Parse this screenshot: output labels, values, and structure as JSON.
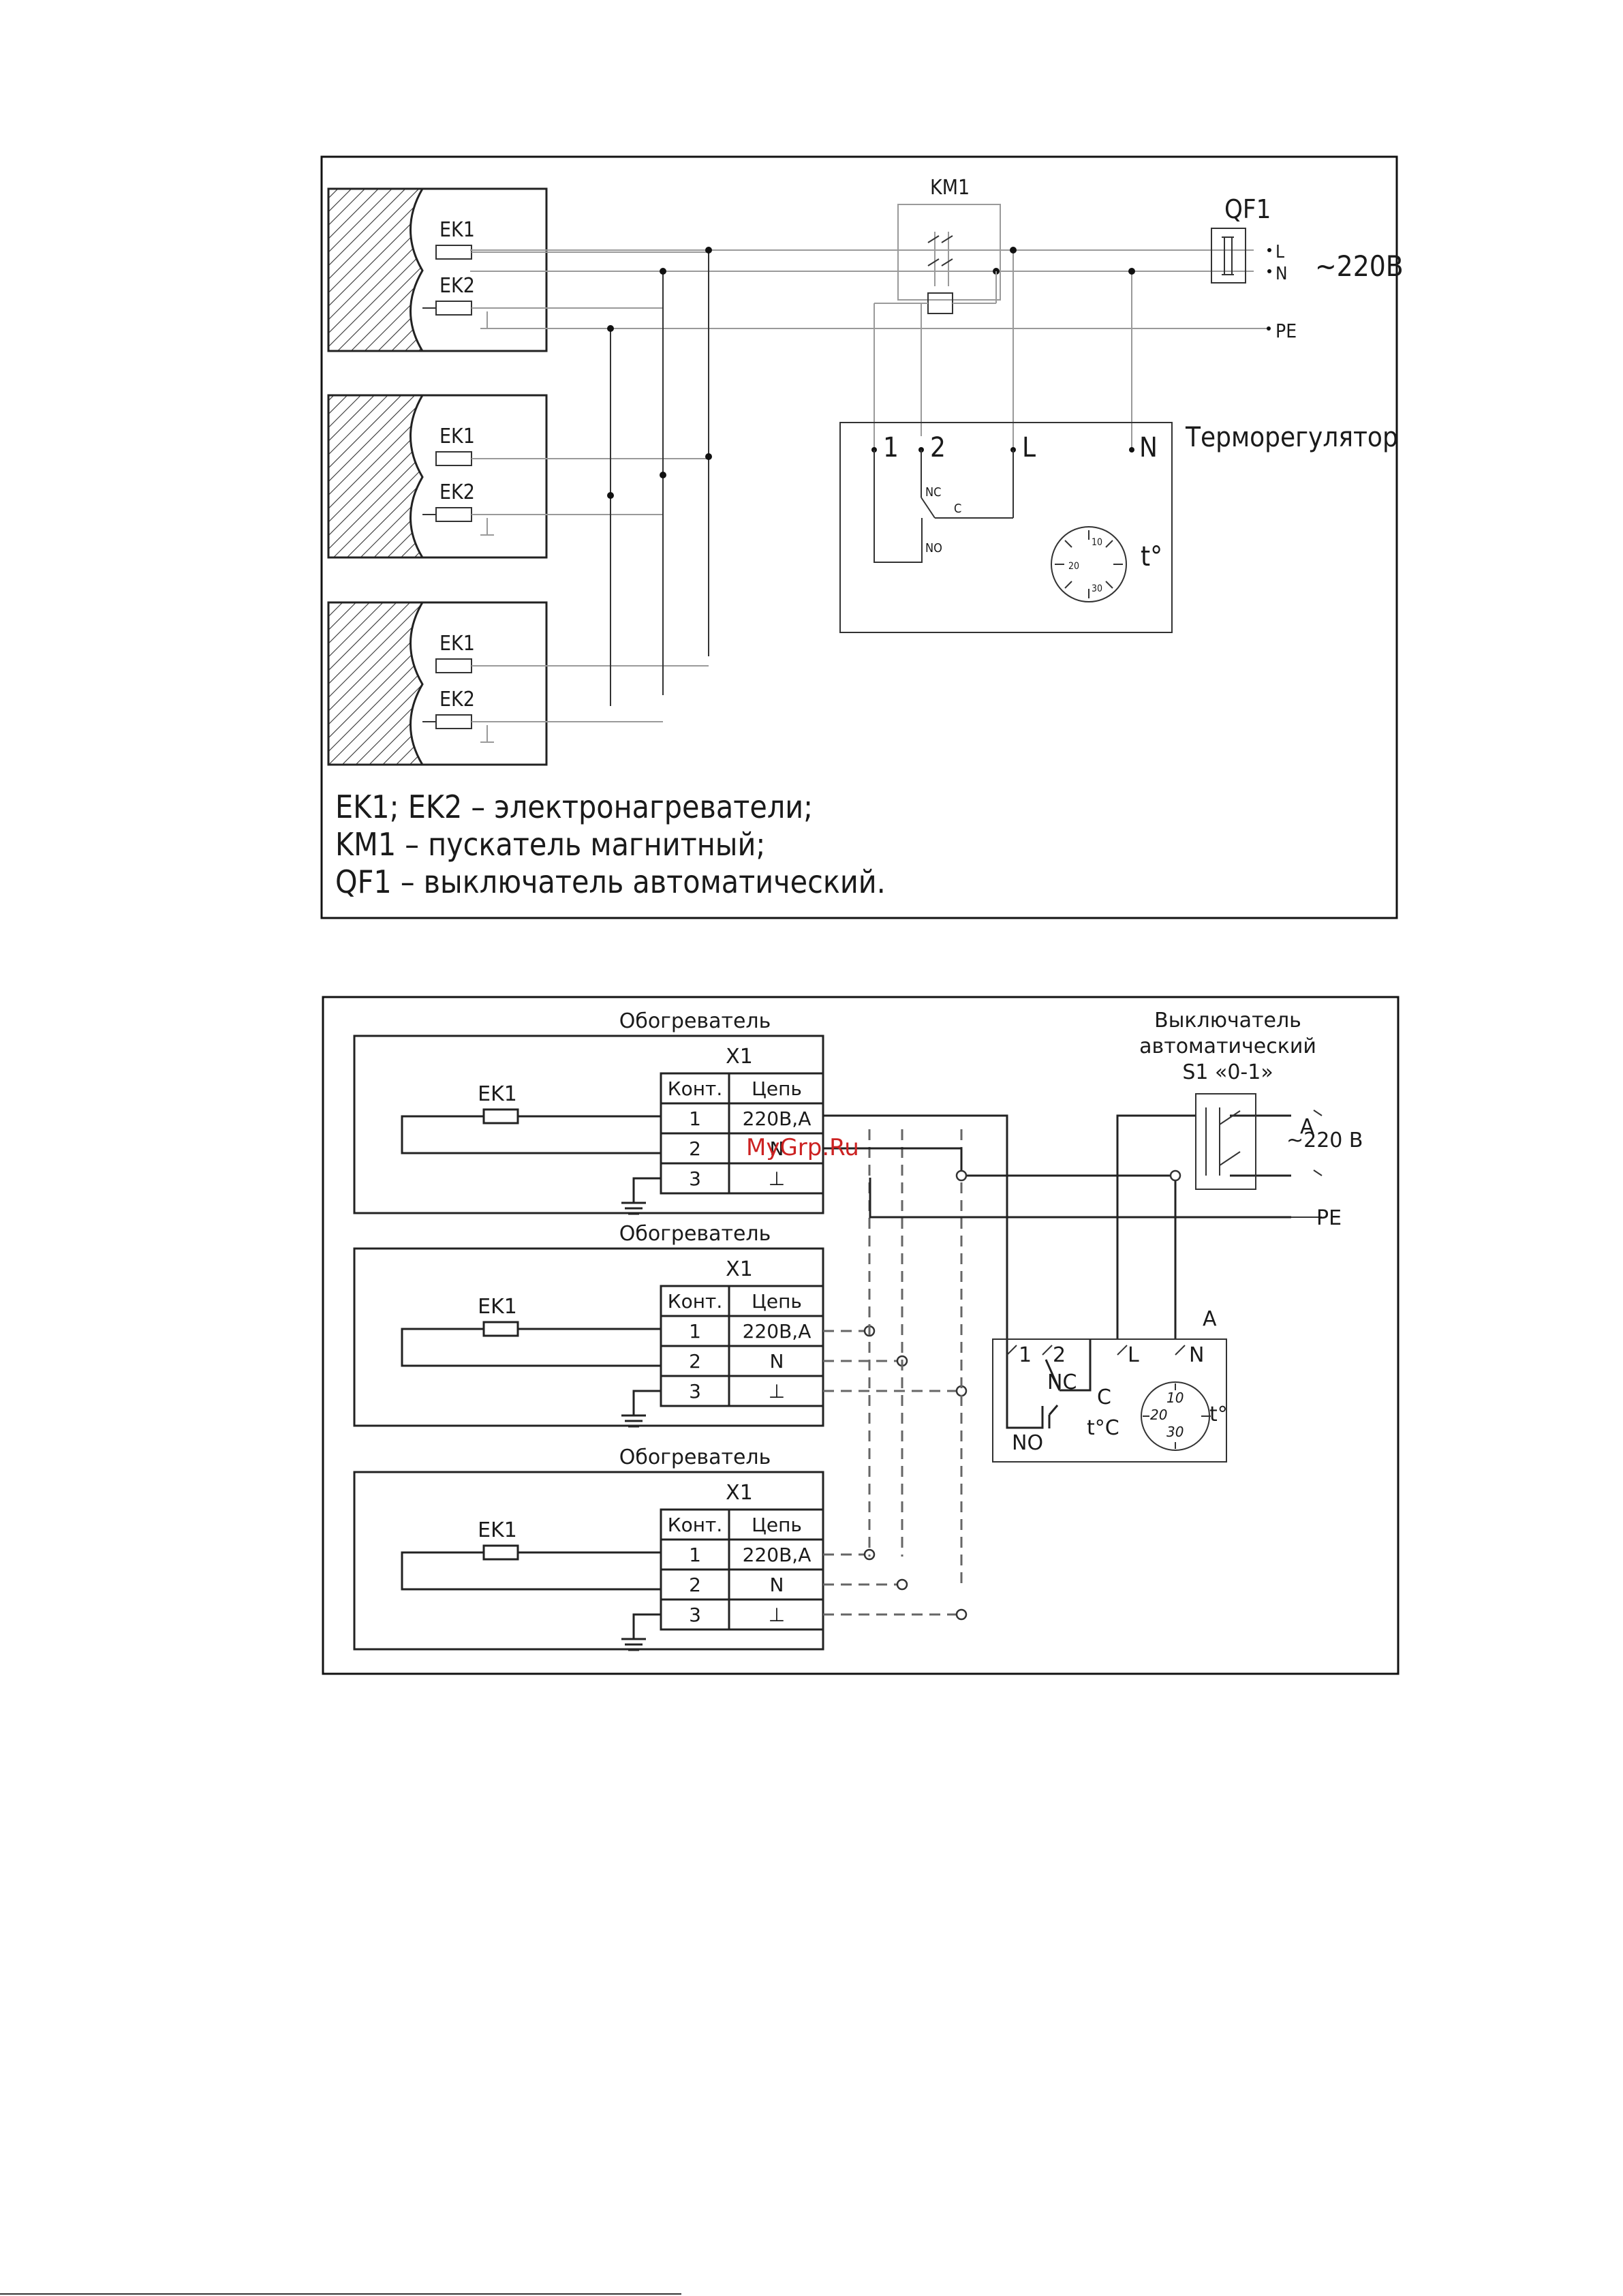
{
  "diagram1": {
    "heaters": [
      {
        "ek1": "EK1",
        "ek2": "EK2"
      },
      {
        "ek1": "EK1",
        "ek2": "EK2"
      },
      {
        "ek1": "EK1",
        "ek2": "EK2"
      }
    ],
    "km1_label": "KM1",
    "qf1_label": "QF1",
    "l_label": "L",
    "n_label": "N",
    "pe_label": "PE",
    "voltage_label": "~220В",
    "thermostat_title": "Терморегулятор",
    "terminals": {
      "t1": "1",
      "t2": "2",
      "tl": "L",
      "tn": "N"
    },
    "nc_label": "NC",
    "c_label": "C",
    "no_label": "NO",
    "dial": {
      "v10": "10",
      "v20": "20",
      "v30": "30"
    },
    "temp_symbol": "t°",
    "legend": [
      "EK1; EK2 – электронагреватели;",
      "KM1 – пускатель магнитный;",
      "QF1 – выключатель автоматический."
    ]
  },
  "diagram2": {
    "heater_title": "Обогреватель",
    "x1_label": "X1",
    "ek1_label": "EK1",
    "table_header": {
      "kont": "Конт.",
      "cep": "Цепь"
    },
    "rows": [
      {
        "kont": "1",
        "cep": "220В,А"
      },
      {
        "kont": "2",
        "cep": "N"
      },
      {
        "kont": "3",
        "cep": "⊥"
      }
    ],
    "switch_title": [
      "Выключатель",
      "автоматический",
      "S1 «0-1»"
    ],
    "a_label": "A",
    "voltage_label": "~220 В",
    "pe_label": "PE",
    "thermostat": {
      "t1": "1",
      "t2": "2",
      "tl": "L",
      "tn": "N",
      "a_top": "A",
      "nc": "NC",
      "c": "C",
      "no": "NO",
      "tc": "t°C",
      "tdeg": "t°",
      "d10": "10",
      "d20": "20",
      "d30": "30"
    }
  },
  "watermark": "MyGrp.Ru"
}
